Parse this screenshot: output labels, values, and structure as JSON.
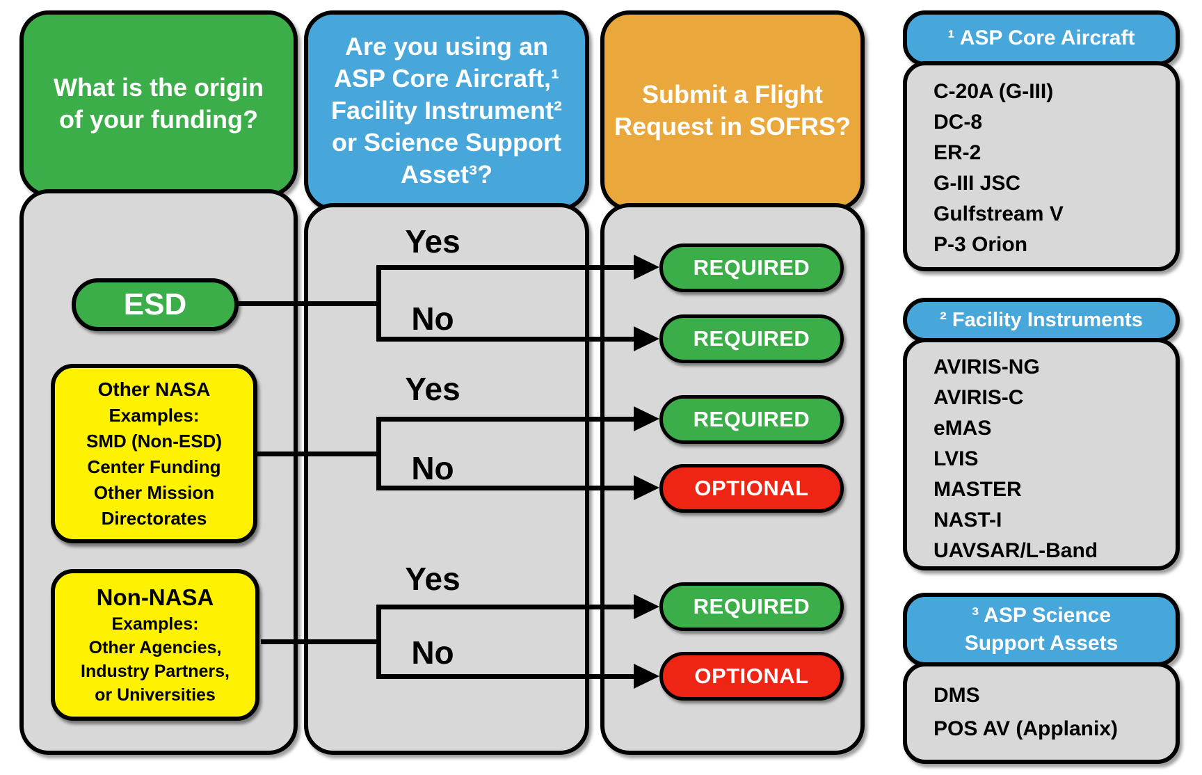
{
  "colors": {
    "green": "#3CAE49",
    "blue": "#47A7DB",
    "orange": "#E9A73C",
    "yellow": "#FEF200",
    "red": "#EE2414",
    "body_gray": "#D8D8D8",
    "line_black": "#000000"
  },
  "funding_column": {
    "title": "What is the origin\nof your funding?",
    "esd_label": "ESD",
    "other_nasa": {
      "title": "Other NASA",
      "details": "Examples:\nSMD (Non-ESD)\nCenter Funding\nOther Mission\nDirectorates"
    },
    "non_nasa": {
      "title": "Non-NASA",
      "details": "Examples:\nOther Agencies,\nIndustry Partners,\nor Universities"
    }
  },
  "question_column": {
    "title": "Are you using an\nASP Core Aircraft,¹\nFacility Instrument²\nor Science Support\nAsset³?",
    "branches": [
      {
        "yes_label": "Yes",
        "no_label": "No"
      },
      {
        "yes_label": "Yes",
        "no_label": "No"
      },
      {
        "yes_label": "Yes",
        "no_label": "No"
      }
    ]
  },
  "result_column": {
    "title": "Submit a Flight\nRequest in SOFRS?",
    "badges": [
      {
        "label": "REQUIRED",
        "status": "required"
      },
      {
        "label": "REQUIRED",
        "status": "required"
      },
      {
        "label": "REQUIRED",
        "status": "required"
      },
      {
        "label": "OPTIONAL",
        "status": "optional"
      },
      {
        "label": "REQUIRED",
        "status": "required"
      },
      {
        "label": "OPTIONAL",
        "status": "optional"
      }
    ]
  },
  "legend": {
    "boxes": [
      {
        "title": "¹ ASP Core Aircraft",
        "items": [
          "C-20A (G-III)",
          "DC-8",
          "ER-2",
          "G-III JSC",
          "Gulfstream V",
          "P-3 Orion"
        ]
      },
      {
        "title": "² Facility Instruments",
        "items": [
          "AVIRIS-NG",
          "AVIRIS-C",
          "eMAS",
          "LVIS",
          "MASTER",
          "NAST-I",
          "UAVSAR/L-Band"
        ]
      },
      {
        "title": "³ ASP Science\nSupport Assets",
        "items": [
          "DMS",
          "POS AV (Applanix)"
        ]
      }
    ]
  }
}
